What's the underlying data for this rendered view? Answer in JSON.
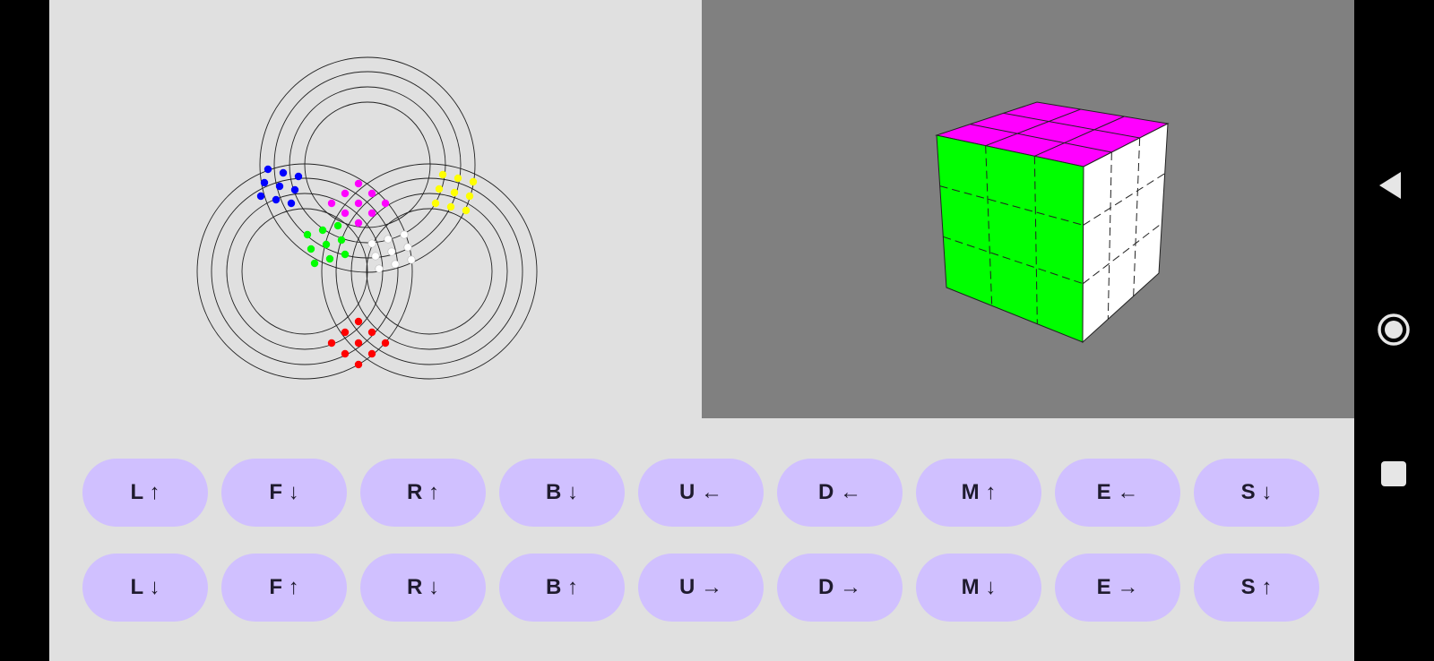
{
  "colors": {
    "app_bg": "#e0e0e0",
    "viewport_bg": "#808080",
    "button_bg": "#d0c0ff",
    "button_text": "#1f1b2e",
    "sticker_blue": "#0000ff",
    "sticker_magenta": "#ff00ff",
    "sticker_yellow": "#ffff00",
    "sticker_green": "#00ff00",
    "sticker_white": "#ffffff",
    "sticker_red": "#ff0000"
  },
  "cube_faces": {
    "top": "magenta",
    "front": "green",
    "right": "white"
  },
  "controls": {
    "row1": [
      "L ↑",
      "F ↓",
      "R ↑",
      "B ↓",
      "U ←",
      "D ←",
      "M ↑",
      "E ←",
      "S ↓"
    ],
    "row2": [
      "L ↓",
      "F ↑",
      "R ↓",
      "B ↑",
      "U →",
      "D →",
      "M ↓",
      "E →",
      "S ↑"
    ]
  },
  "navbar": {
    "icons": [
      "back-triangle-icon",
      "home-circle-icon",
      "recents-square-icon"
    ]
  }
}
